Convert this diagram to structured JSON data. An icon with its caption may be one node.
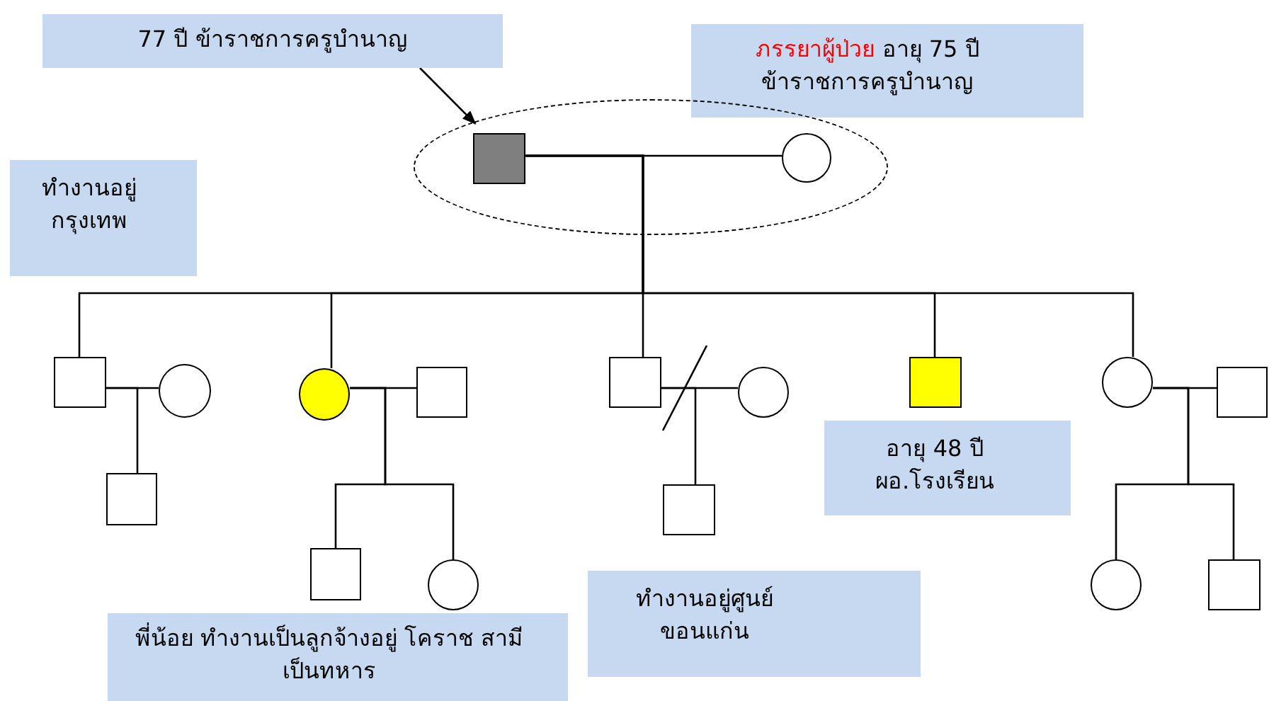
{
  "diagram": {
    "nodes": [
      {
        "text": [
          "77 ปี ข้าราชการครูบำนาญ"
        ]
      },
      {
        "text": [
          "**ภรรยาผู้ป่วย** อายุ 75 ปี ข้าราชการครูบำนาญ"
        ]
      },
      {
        "text": [],
        "shape": "ellipse"
      },
      {
        "text": [],
        "shape": "box",
        "in": 2
      },
      {
        "text": [],
        "shape": "circle",
        "in": 2
      },
      {
        "text": [
          "ทำงานอยู่ กรุงเทพ"
        ]
      },
      {
        "text": [],
        "shape": "box"
      },
      {
        "text": [],
        "shape": "circle"
      },
      {
        "text": [],
        "shape": "circle"
      },
      {
        "text": [],
        "shape": "box"
      },
      {
        "text": [],
        "shape": "box"
      },
      {
        "text": [],
        "shape": "circle"
      },
      {
        "text": [],
        "shape": "box"
      },
      {
        "text": [],
        "shape": "circle"
      },
      {
        "text": [],
        "shape": "box"
      },
      {
        "text": [
          "อายุ 48 ปี ผอ.โรงเรียน"
        ]
      },
      {
        "text": [],
        "shape": "box"
      },
      {
        "text": [],
        "shape": "box"
      },
      {
        "text": [],
        "shape": "box"
      },
      {
        "text": [],
        "shape": "circle"
      },
      {
        "text": [],
        "shape": "circle"
      },
      {
        "text": [],
        "shape": "box"
      },
      {
        "text": [
          "ทำงานอยู่ศูนย์ ขอนแก่น"
        ]
      },
      {
        "text": [
          "พี่น้อย ทำงานเป็นลูกจ้างอยู่ โคราช สามีเป็นทหาร"
        ]
      }
    ],
    "edges": [
      {
        "from": 0,
        "to": 2,
        "arrow": "to"
      },
      {
        "from": 3,
        "to": 4,
        "arrow": "none"
      },
      {
        "from": 3,
        "to": 6,
        "arrow": "none"
      },
      {
        "from": 3,
        "to": 8,
        "arrow": "none"
      },
      {
        "from": 3,
        "to": 10,
        "arrow": "none"
      },
      {
        "from": 3,
        "to": 12,
        "arrow": "none"
      },
      {
        "from": 3,
        "to": 13,
        "arrow": "none"
      },
      {
        "from": 6,
        "to": 7,
        "arrow": "none"
      },
      {
        "from": 6,
        "to": 16,
        "arrow": "none"
      },
      {
        "from": 8,
        "to": 9,
        "arrow": "none"
      },
      {
        "from": 8,
        "to": 18,
        "arrow": "none"
      },
      {
        "from": 8,
        "to": 19,
        "arrow": "none"
      },
      {
        "from": 10,
        "to": 11,
        "arrow": "none"
      },
      {
        "from": 10,
        "to": 17,
        "arrow": "none"
      },
      {
        "from": 13,
        "to": 14,
        "arrow": "none"
      },
      {
        "from": 13,
        "to": 20,
        "arrow": "none"
      },
      {
        "from": 13,
        "to": 21,
        "arrow": "none"
      }
    ]
  }
}
